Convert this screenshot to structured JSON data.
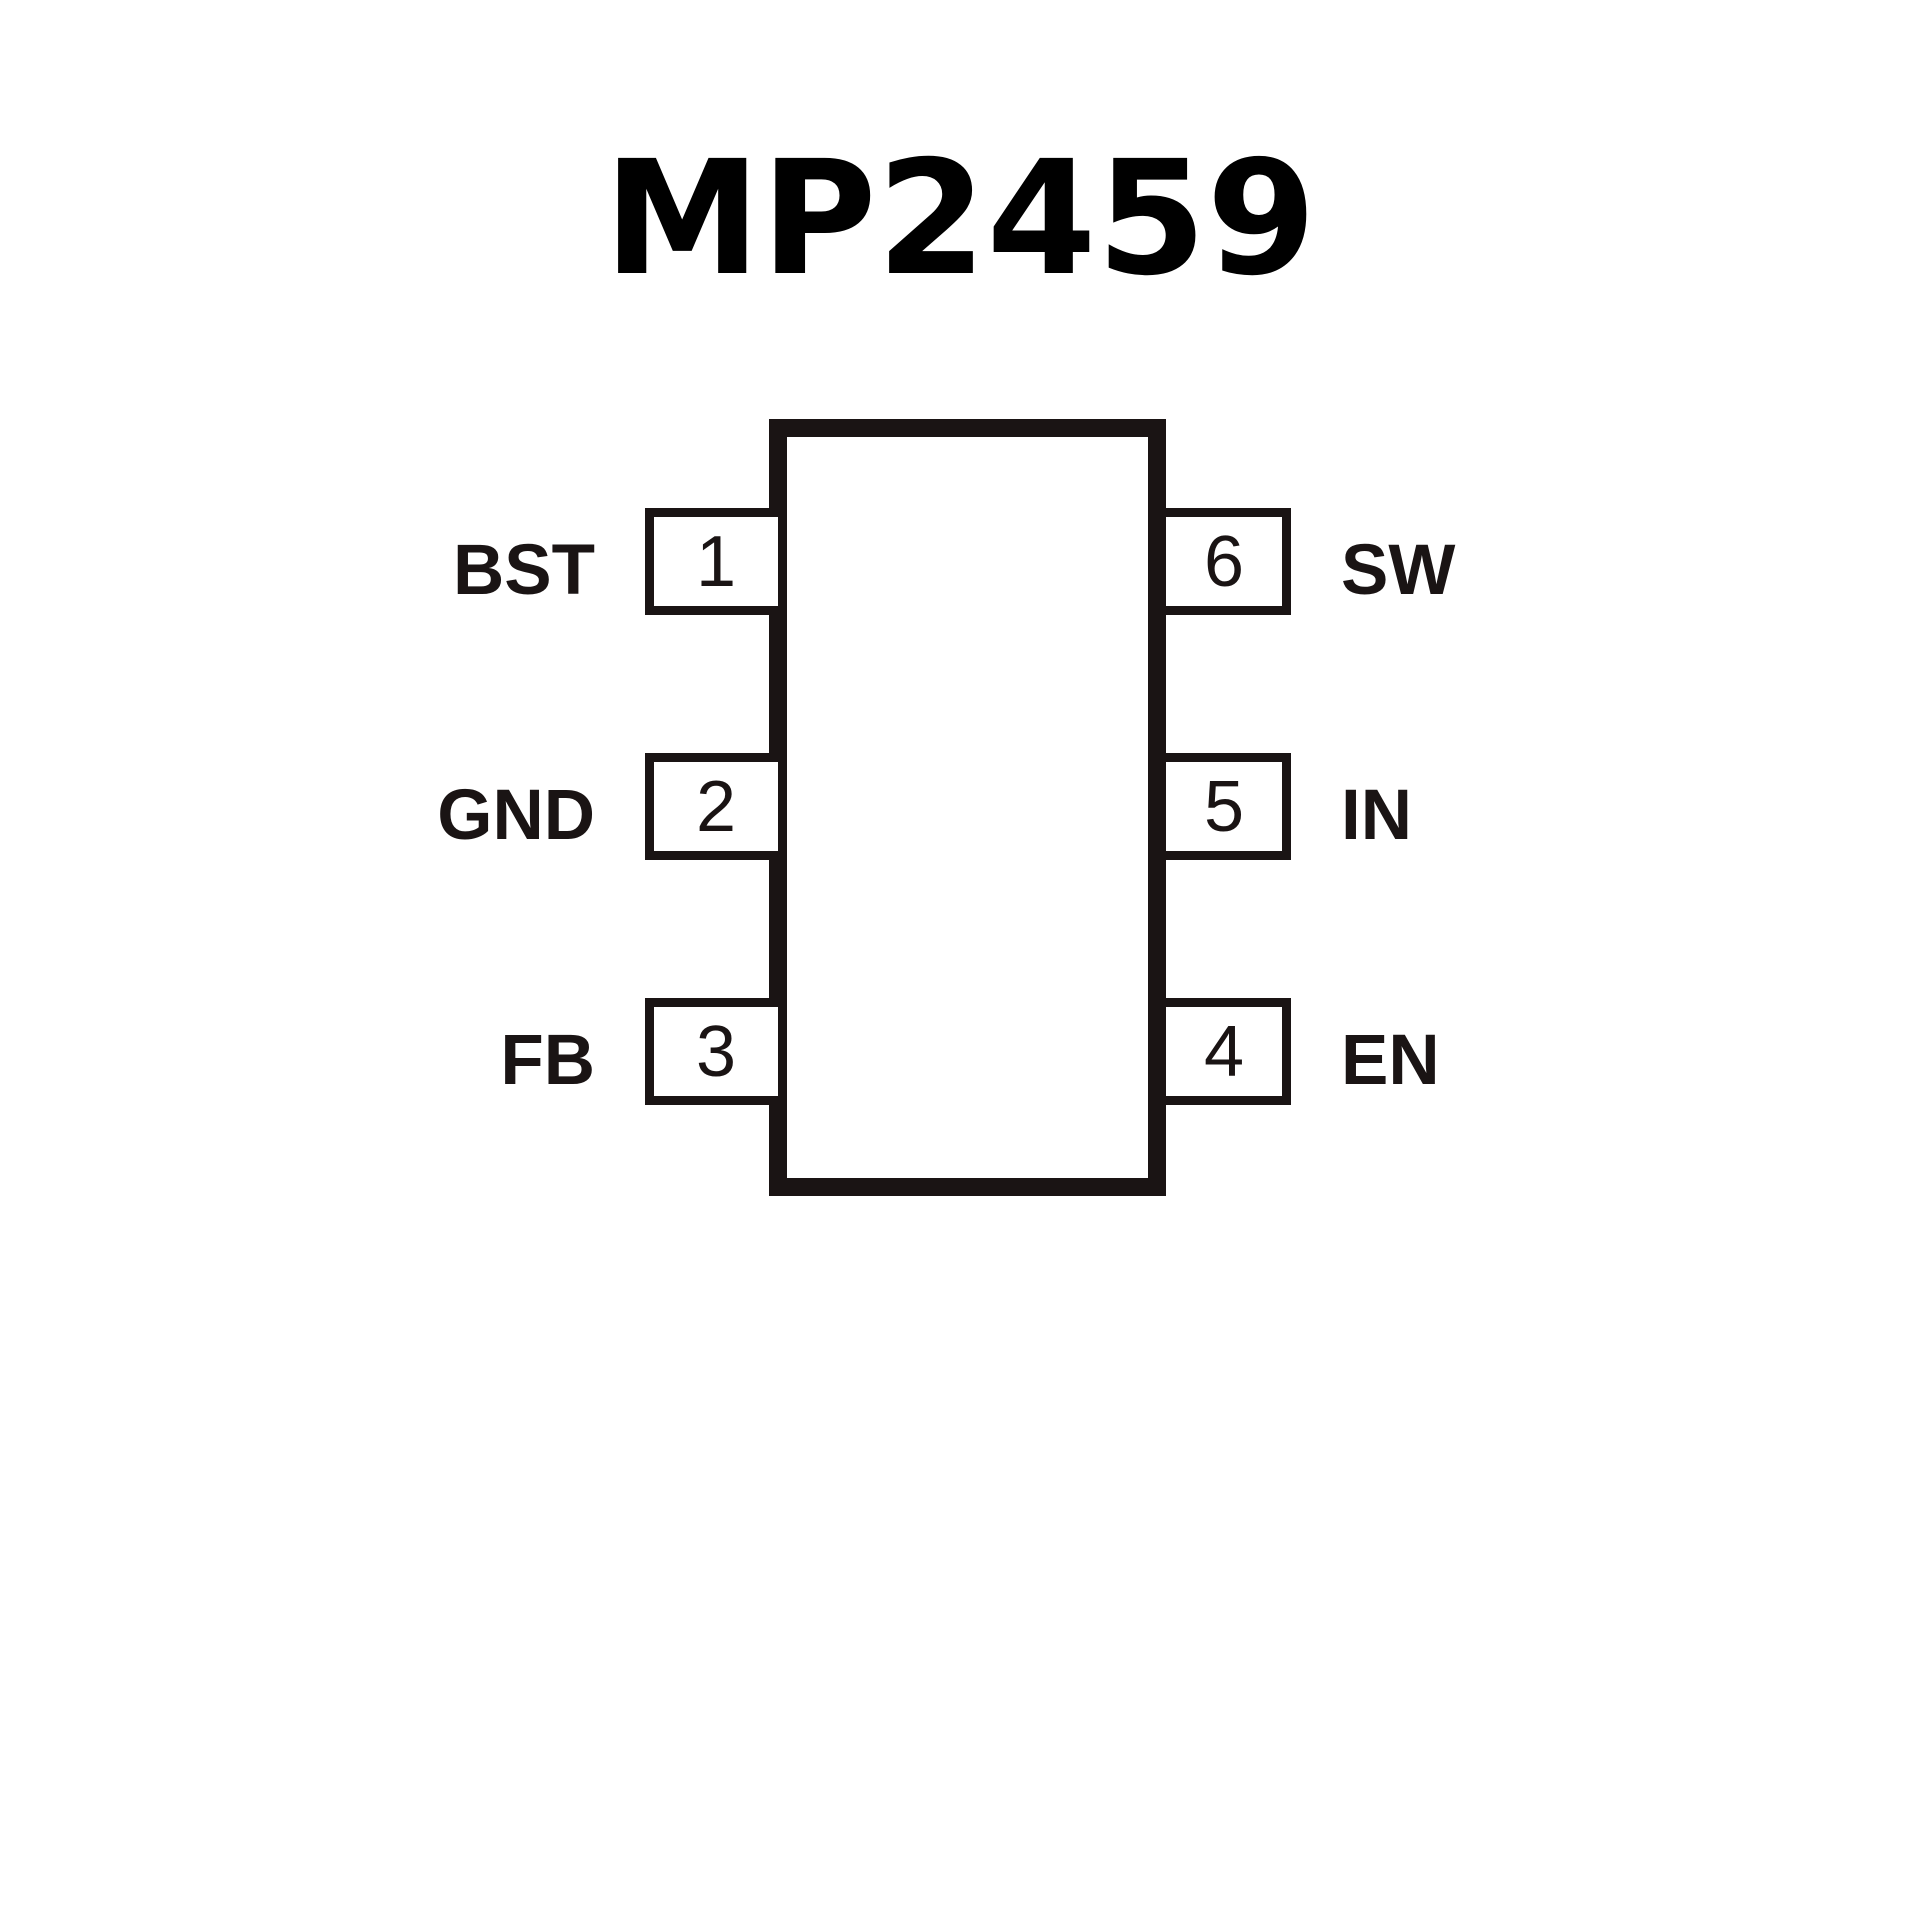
{
  "title": "MP2459",
  "pins": [
    {
      "number": "1",
      "name": "BST"
    },
    {
      "number": "2",
      "name": "GND"
    },
    {
      "number": "3",
      "name": "FB"
    },
    {
      "number": "4",
      "name": "EN"
    },
    {
      "number": "5",
      "name": "IN"
    },
    {
      "number": "6",
      "name": "SW"
    }
  ]
}
